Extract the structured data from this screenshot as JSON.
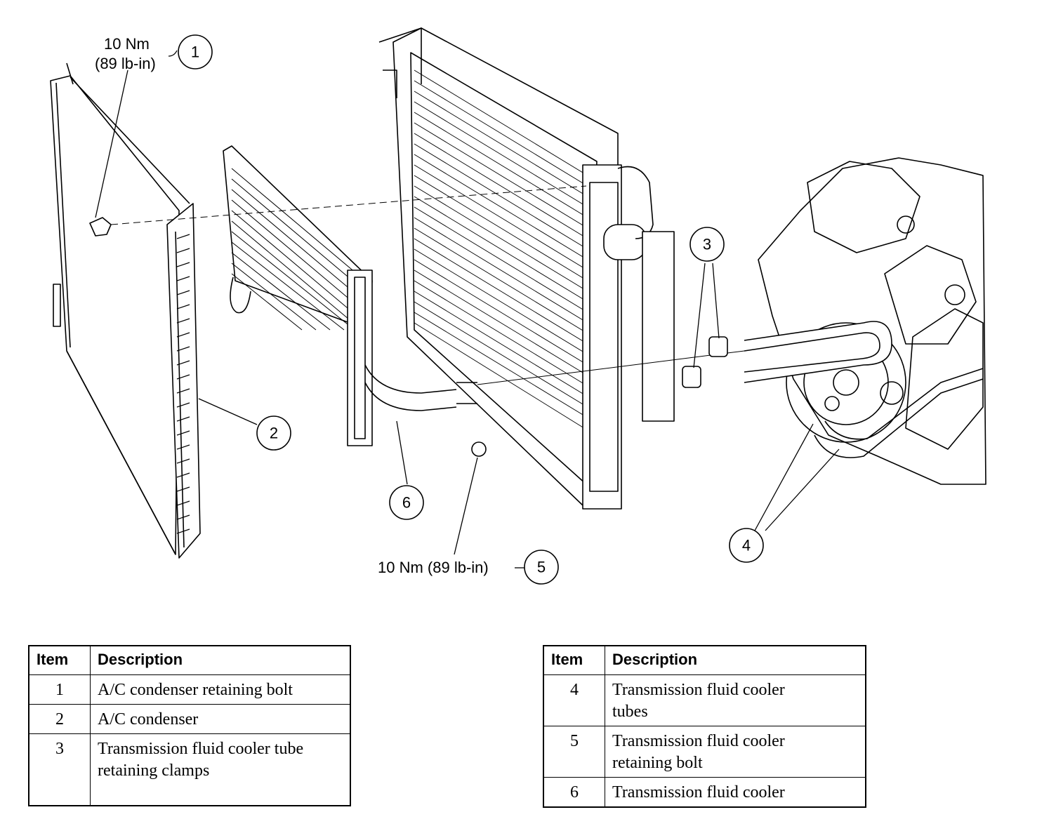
{
  "callouts": {
    "c1": {
      "num": "1",
      "torque_line1": "10 Nm",
      "torque_line2": "(89 lb-in)"
    },
    "c2": {
      "num": "2"
    },
    "c3": {
      "num": "3"
    },
    "c4": {
      "num": "4"
    },
    "c5": {
      "num": "5",
      "torque": "10 Nm (89 lb-in)"
    },
    "c6": {
      "num": "6"
    }
  },
  "legend_left": {
    "header_item": "Item",
    "header_desc": "Description",
    "rows": [
      {
        "item": "1",
        "desc": "A/C condenser retaining bolt"
      },
      {
        "item": "2",
        "desc": "A/C condenser"
      },
      {
        "item": "3",
        "desc": "Transmission fluid cooler tube retaining clamps"
      }
    ]
  },
  "legend_right": {
    "header_item": "Item",
    "header_desc": "Description",
    "rows": [
      {
        "item": "4",
        "desc": "Transmission fluid cooler tubes"
      },
      {
        "item": "5",
        "desc": "Transmission fluid cooler retaining bolt"
      },
      {
        "item": "6",
        "desc": "Transmission fluid cooler"
      }
    ]
  }
}
